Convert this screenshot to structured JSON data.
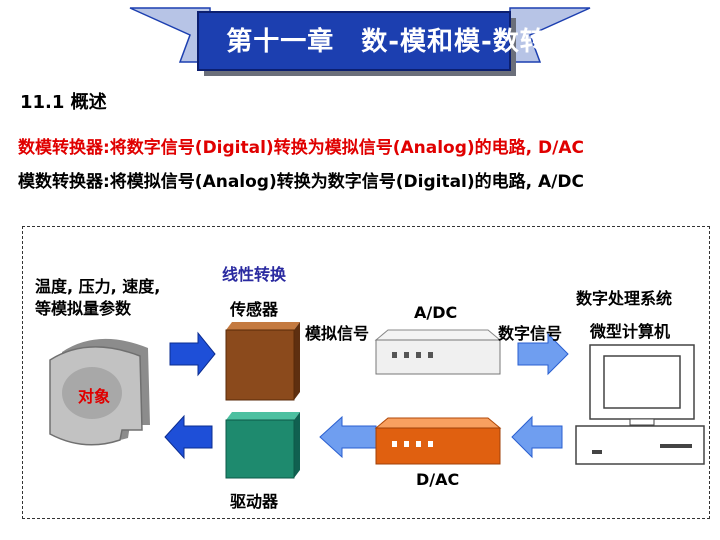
{
  "header": {
    "title": "第十一章　数-模和模-数转换"
  },
  "section": {
    "heading": "11.1  概述"
  },
  "definitions": {
    "dac": "数模转换器:将数字信号(Digital)转换为模拟信号(Analog)的电路, D/AC",
    "adc": "模数转换器:将模拟信号(Analog)转换为数字信号(Digital)的电路, A/DC"
  },
  "diagram": {
    "object_params": "温度, 压力, 速度,\n等模拟量参数",
    "object_label": "对象",
    "linear_conversion": "线性转换",
    "sensor": "传感器",
    "driver": "驱动器",
    "analog_signal": "模拟信号",
    "adc": "A/DC",
    "dac": "D/AC",
    "digital_signal": "数字信号",
    "processing_system": "数字处理系统",
    "microcomputer": "微型计算机"
  },
  "colors": {
    "banner": "#1c3fb0",
    "red_text": "#e00000",
    "blue_text": "#2a2aa0",
    "arrow": "#1e4fd8",
    "sensor_box": "#8b4a1c",
    "driver_box": "#1e8a6e",
    "dac_box": "#e06010",
    "object": "#a8a8a8"
  }
}
